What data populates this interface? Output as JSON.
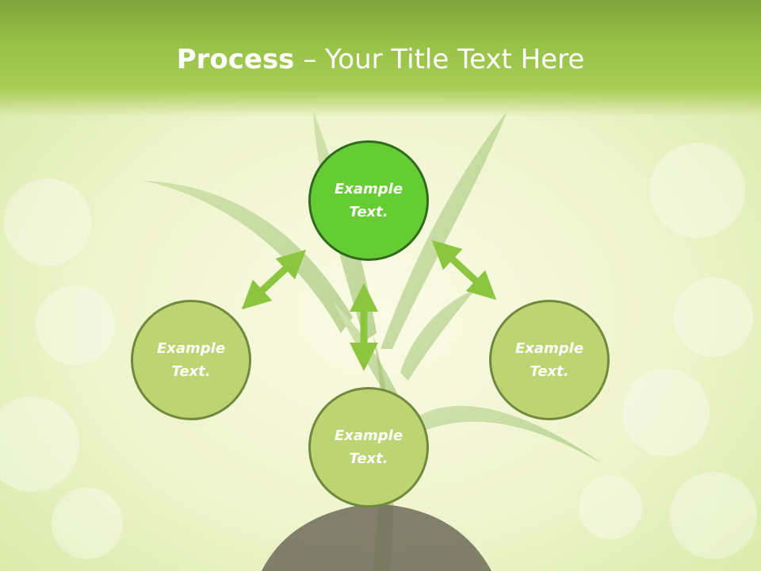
{
  "slide": {
    "title_bold": "Process",
    "title_rest": " – Your Title Text Here"
  },
  "nodes": {
    "top": "Example\nText.",
    "left": "Example\nText.",
    "bottom": "Example\nText.",
    "right": "Example\nText."
  },
  "colors": {
    "center_fill": "#66cc33",
    "center_border": "#2f6a1e",
    "node_fill": "#bcd472",
    "node_border": "#6f8a3c",
    "arrow": "#8cc63f",
    "title_bar": "#96c147"
  }
}
